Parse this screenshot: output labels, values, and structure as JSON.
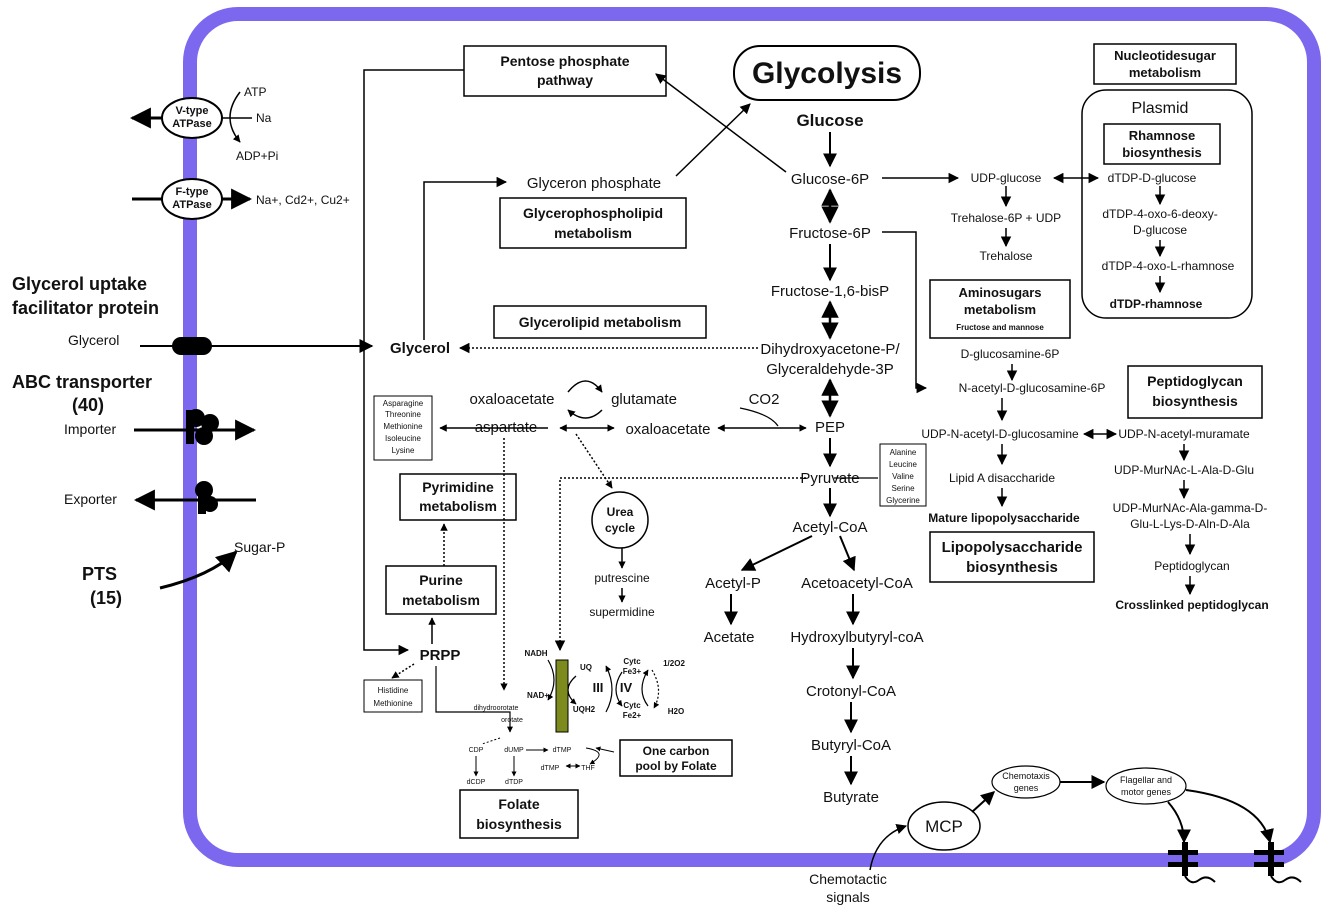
{
  "colors": {
    "membrane": "#7B68EE",
    "complex": "#7C8A1E",
    "line": "#000000"
  },
  "boxes": {
    "glycolysis": "Glycolysis",
    "ppp": [
      "Pentose phosphate",
      "pathway"
    ],
    "nucleotidesugar": [
      "Nucleotidesugar",
      "metabolism"
    ],
    "plasmid": "Plasmid",
    "rhamnose": [
      "Rhamnose",
      "biosynthesis"
    ],
    "glycerophospholipid": [
      "Glycerophospholipid",
      "metabolism"
    ],
    "glycerolipid": "Glycerolipid metabolism",
    "aminosugars": [
      "Aminosugars",
      "metabolism"
    ],
    "aminosugars_sub": "Fructose and mannose",
    "peptidoglycan": [
      "Peptidoglycan",
      "biosynthesis"
    ],
    "pyrimidine": [
      "Pyrimidine",
      "metabolism"
    ],
    "purine": [
      "Purine",
      "metabolism"
    ],
    "lps": [
      "Lipopolysaccharide",
      "biosynthesis"
    ],
    "onecarbon": [
      "One carbon",
      "pool by Folate"
    ],
    "folate": [
      "Folate",
      "biosynthesis"
    ],
    "aa_aspartate": [
      "Asparagine",
      "Threonine",
      "Methionine",
      "Isoleucine",
      "Lysine"
    ],
    "aa_pyruvate": [
      "Alanine",
      "Leucine",
      "Valine",
      "Serine",
      "Glycerine"
    ],
    "aa_prpp": [
      "Histidine",
      "Methionine"
    ]
  },
  "membrane": {
    "vtype": [
      "V-type",
      "ATPase"
    ],
    "ftype": [
      "F-type",
      "ATPase"
    ],
    "atp": "ATP",
    "na": "Na",
    "adp": "ADP+Pi",
    "ions": "Na+, Cd2+, Cu2+",
    "glycerol_uptake": [
      "Glycerol uptake",
      "facilitator protein"
    ],
    "glycerol": "Glycerol",
    "abc": [
      "ABC transporter",
      "(40)"
    ],
    "importer": "Importer",
    "exporter": "Exporter",
    "pts": [
      "PTS",
      "(15)"
    ],
    "sugarp": "Sugar-P"
  },
  "metabolites": {
    "glucose": "Glucose",
    "g6p": "Glucose-6P",
    "f6p": "Fructose-6P",
    "f16bp": "Fructose-1,6-bisP",
    "dhap": "Dihydroxyacetone-P/",
    "g3p": "Glyceraldehyde-3P",
    "pep": "PEP",
    "pyruvate": "Pyruvate",
    "acetylcoa": "Acetyl-CoA",
    "acetylp": "Acetyl-P",
    "acetate": "Acetate",
    "acetoacetylcoa": "Acetoacetyl-CoA",
    "hydroxybutyryl": "Hydroxylbutyryl-coA",
    "crotonyl": "Crotonyl-CoA",
    "butyryl": "Butyryl-CoA",
    "butyrate": "Butyrate",
    "glyceronp": "Glyceron phosphate",
    "glycerol_in": "Glycerol",
    "oxaloacetate1": "oxaloacetate",
    "glutamate": "glutamate",
    "aspartate": "aspartate",
    "oxaloacetate2": "oxaloacetate",
    "co2": "CO2",
    "urea": [
      "Urea",
      "cycle"
    ],
    "putrescine": "putrescine",
    "supermidine": "supermidine",
    "prpp": "PRPP",
    "udpglucose": "UDP-glucose",
    "trehalose6p": "Trehalose-6P + UDP",
    "trehalose": "Trehalose",
    "dtdpglucose": "dTDP-D-glucose",
    "dtdp4oxo": [
      "dTDP-4-oxo-6-deoxy-",
      "D-glucose"
    ],
    "dtdprham4": "dTDP-4-oxo-L-rhamnose",
    "dtdprham": "dTDP-rhamnose",
    "dglucosamine": "D-glucosamine-6P",
    "nacetyl": "N-acetyl-D-glucosamine-6P",
    "udpnag": "UDP-N-acetyl-D-glucosamine",
    "udpnam": "UDP-N-acetyl-muramate",
    "lipida": "Lipid A disaccharide",
    "lps_mature": "Mature lipopolysaccharide",
    "udpmur1": "UDP-MurNAc-L-Ala-D-Glu",
    "udpmur2": [
      "UDP-MurNAc-Ala-gamma-D-",
      "Glu-L-Lys-D-Aln-D-Ala"
    ],
    "pepglycan": "Peptidoglycan",
    "crosslinked": "Crosslinked peptidoglycan"
  },
  "respiration": {
    "nadh": "NADH",
    "nad": "NAD+",
    "uq": "UQ",
    "uqh": "UQH2",
    "iii": "III",
    "iv": "IV",
    "cytc1": [
      "Cytc",
      "Fe3+"
    ],
    "cytc2": [
      "Cytc",
      "Fe2+"
    ],
    "o2": "1/2O2",
    "h2o": "H2O"
  },
  "folate_path": {
    "dihydroorotate": "dihydroorotate",
    "orotate": "orotate",
    "cdp": "CDP",
    "dump": "dUMP",
    "dtmp1": "dTMP",
    "dcdp": "dCDP",
    "dtdp": "dTDP",
    "dtmp2": "dTMP",
    "thf": "THF"
  },
  "chemotaxis": {
    "mcp": "MCP",
    "genes": [
      "Chemotaxis",
      "genes"
    ],
    "flagellar": [
      "Flagellar and",
      "motor genes"
    ],
    "signals": [
      "Chemotactic",
      "signals"
    ]
  }
}
